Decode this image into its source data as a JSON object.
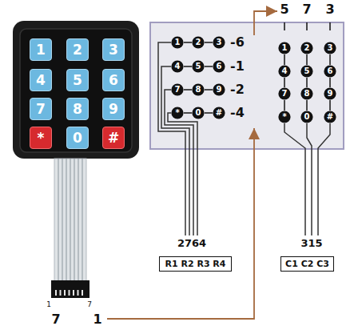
{
  "diagram": {
    "nodes": [
      {
        "text": [
          "1"
        ]
      },
      {
        "text": [
          "2"
        ]
      },
      {
        "text": [
          "3"
        ]
      },
      {
        "text": [
          "4"
        ]
      },
      {
        "text": [
          "5"
        ]
      },
      {
        "text": [
          "6"
        ]
      },
      {
        "text": [
          "7"
        ]
      },
      {
        "text": [
          "8"
        ]
      },
      {
        "text": [
          "9"
        ]
      },
      {
        "text": [
          "*"
        ]
      },
      {
        "text": [
          "0"
        ]
      },
      {
        "text": [
          "#"
        ]
      },
      {
        "text": [
          "1"
        ]
      },
      {
        "text": [
          "2"
        ]
      },
      {
        "text": [
          "3"
        ]
      },
      {
        "text": [
          "4"
        ]
      },
      {
        "text": [
          "5"
        ]
      },
      {
        "text": [
          "6"
        ]
      },
      {
        "text": [
          "7"
        ]
      },
      {
        "text": [
          "8"
        ]
      },
      {
        "text": [
          "9"
        ]
      },
      {
        "text": [
          "*"
        ]
      },
      {
        "text": [
          "0"
        ]
      },
      {
        "text": [
          "#"
        ]
      },
      {
        "text": [
          "1"
        ]
      },
      {
        "text": [
          "2"
        ]
      },
      {
        "text": [
          "3"
        ]
      },
      {
        "text": [
          "4"
        ]
      },
      {
        "text": [
          "5"
        ]
      },
      {
        "text": [
          "6"
        ]
      },
      {
        "text": [
          "7"
        ]
      },
      {
        "text": [
          "8"
        ]
      },
      {
        "text": [
          "9"
        ]
      },
      {
        "text": [
          "*"
        ]
      },
      {
        "text": [
          "0"
        ]
      },
      {
        "text": [
          "#"
        ]
      },
      {
        "text": [
          "R1 R2 R3 R4"
        ]
      },
      {
        "text": [
          "C1 C2 C3"
        ]
      }
    ],
    "edges": [
      {
        "from": 12,
        "to": 13,
        "arrow": "none"
      },
      {
        "from": 13,
        "to": 14,
        "arrow": "none"
      },
      {
        "from": 15,
        "to": 16,
        "arrow": "none"
      },
      {
        "from": 16,
        "to": 17,
        "arrow": "none"
      },
      {
        "from": 18,
        "to": 19,
        "arrow": "none"
      },
      {
        "from": 19,
        "to": 20,
        "arrow": "none"
      },
      {
        "from": 21,
        "to": 22,
        "arrow": "none"
      },
      {
        "from": 22,
        "to": 23,
        "arrow": "none"
      },
      {
        "from": 24,
        "to": 27,
        "arrow": "none"
      },
      {
        "from": 27,
        "to": 30,
        "arrow": "none"
      },
      {
        "from": 30,
        "to": 33,
        "arrow": "none"
      },
      {
        "from": 25,
        "to": 28,
        "arrow": "none"
      },
      {
        "from": 28,
        "to": 31,
        "arrow": "none"
      },
      {
        "from": 31,
        "to": 34,
        "arrow": "none"
      },
      {
        "from": 26,
        "to": 29,
        "arrow": "none"
      },
      {
        "from": 29,
        "to": 32,
        "arrow": "none"
      },
      {
        "from": 32,
        "to": 35,
        "arrow": "none"
      }
    ],
    "labels": [
      "1",
      "7",
      "7",
      "1",
      "-6",
      "-1",
      "-2",
      "-4",
      "5",
      "7",
      "3",
      "2764",
      "315"
    ]
  }
}
